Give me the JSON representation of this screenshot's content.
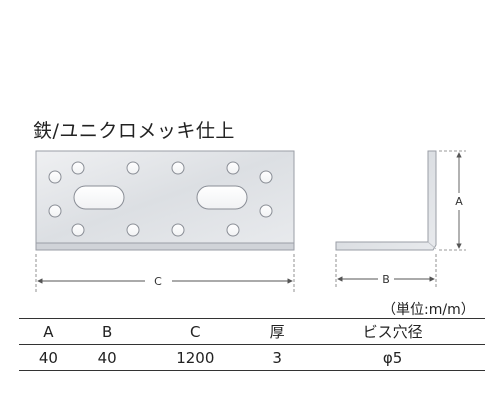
{
  "title": "鉄/ユニクロメッキ仕上",
  "unit_note": "（単位:m/m）",
  "dimension_labels": {
    "length": "C",
    "short_leg": "B",
    "height": "A"
  },
  "spec_table": {
    "headers": [
      "A",
      "B",
      "C",
      "厚",
      "ビス穴径"
    ],
    "rows": [
      [
        "40",
        "40",
        "1200",
        "3",
        "φ5"
      ]
    ]
  },
  "colors": {
    "plate_fill": "#e4e6ea",
    "plate_edge": "#9a9ea6",
    "dimension_line": "#555555"
  }
}
